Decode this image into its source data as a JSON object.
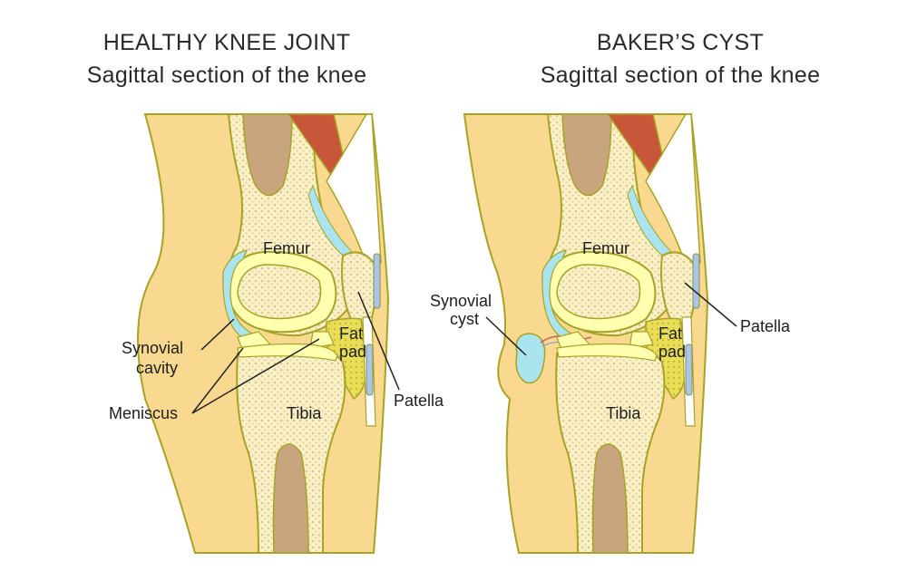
{
  "left": {
    "title": "HEALTHY KNEE JOINT",
    "subtitle": "Sagittal section of the knee",
    "labels": {
      "femur": "Femur",
      "tibia": "Tibia",
      "fat_pad_1": "Fat",
      "fat_pad_2": "pad",
      "patella": "Patella",
      "synovial_cavity_1": "Synovial",
      "synovial_cavity_2": "cavity",
      "meniscus": "Meniscus"
    }
  },
  "right": {
    "title": "BAKER’S CYST",
    "subtitle": "Sagittal section of the knee",
    "labels": {
      "femur": "Femur",
      "tibia": "Tibia",
      "fat_pad_1": "Fat",
      "fat_pad_2": "pad",
      "patella": "Patella",
      "synovial_cyst_1": "Synovial",
      "synovial_cyst_2": "cyst"
    }
  },
  "colors": {
    "skin": "#f9d98f",
    "outline": "#a7a326",
    "bone": "#fbf1c8",
    "marrow": "#c8a57d",
    "muscle": "#c8573a",
    "cartilage": "#ffffb0",
    "synovial_fluid": "#a9e4ef",
    "fat_pad": "#e9de57"
  }
}
